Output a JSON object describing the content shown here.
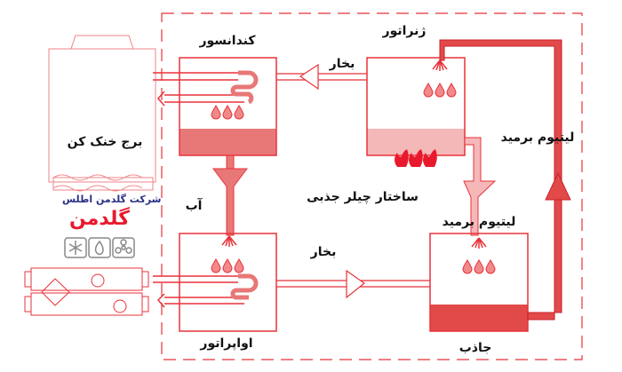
{
  "diagram_title": "ساختار چیلر جذبی",
  "components": {
    "condenser": "کندانسور",
    "generator": "ژنراتور",
    "evaporator": "اواپراتور",
    "absorber": "جاذب",
    "cooling_tower": "برج خنک کن"
  },
  "flows": {
    "vapor_top": "بخار",
    "vapor_bottom": "بخار",
    "water": "آب",
    "libr_right": "لیتیوم برمید",
    "libr_absorber": "لیتیوم برمید"
  },
  "logo": {
    "company": "شرکت گلدمن اطلس",
    "brand": "گلدمن",
    "icons": [
      "snowflake-icon",
      "flame-icon",
      "fan-icon"
    ]
  },
  "colors": {
    "primary": "#e8323a",
    "dark_fill": "#e24a4a",
    "light_fill": "#f5b8b8",
    "mid_fill": "#e87878"
  }
}
